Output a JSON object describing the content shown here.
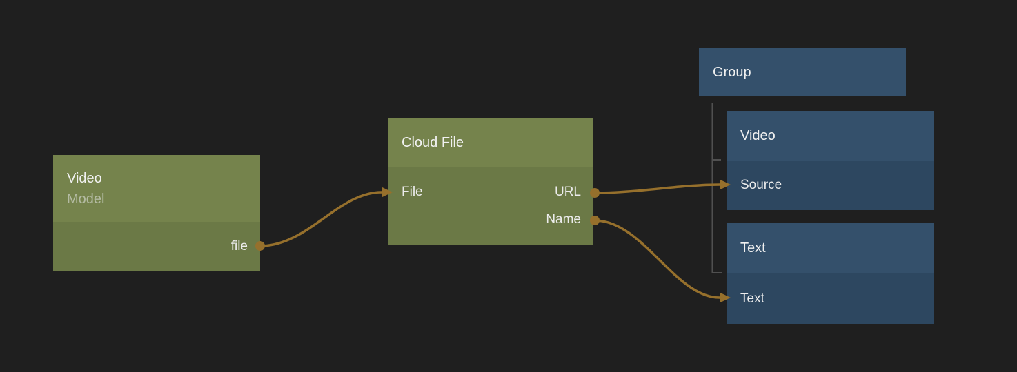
{
  "colors": {
    "bg": "#1f1f1f",
    "green-header": "#75834c",
    "green-body": "#6b7946",
    "blue-header": "#34506b",
    "blue-body": "#2d4760",
    "wire": "#96702c",
    "tree-line": "#505050",
    "title-text": "#f1f1f1",
    "label-text": "#ececec",
    "subtitle-text": "#b4bba3"
  },
  "nodes": {
    "video_model": {
      "title": "Video",
      "subtitle": "Model",
      "outputs": [
        {
          "label": "file"
        }
      ]
    },
    "cloud_file": {
      "title": "Cloud File",
      "inputs": [
        {
          "label": "File"
        }
      ],
      "outputs": [
        {
          "label": "URL"
        },
        {
          "label": "Name"
        }
      ]
    },
    "group": {
      "title": "Group"
    },
    "video": {
      "title": "Video",
      "inputs": [
        {
          "label": "Source"
        }
      ]
    },
    "text": {
      "title": "Text",
      "inputs": [
        {
          "label": "Text"
        }
      ]
    }
  },
  "connections": [
    {
      "from": "Video (Model).file",
      "to": "Cloud File.File"
    },
    {
      "from": "Cloud File.URL",
      "to": "Group/Video.Source"
    },
    {
      "from": "Cloud File.Name",
      "to": "Group/Text.Text"
    }
  ]
}
